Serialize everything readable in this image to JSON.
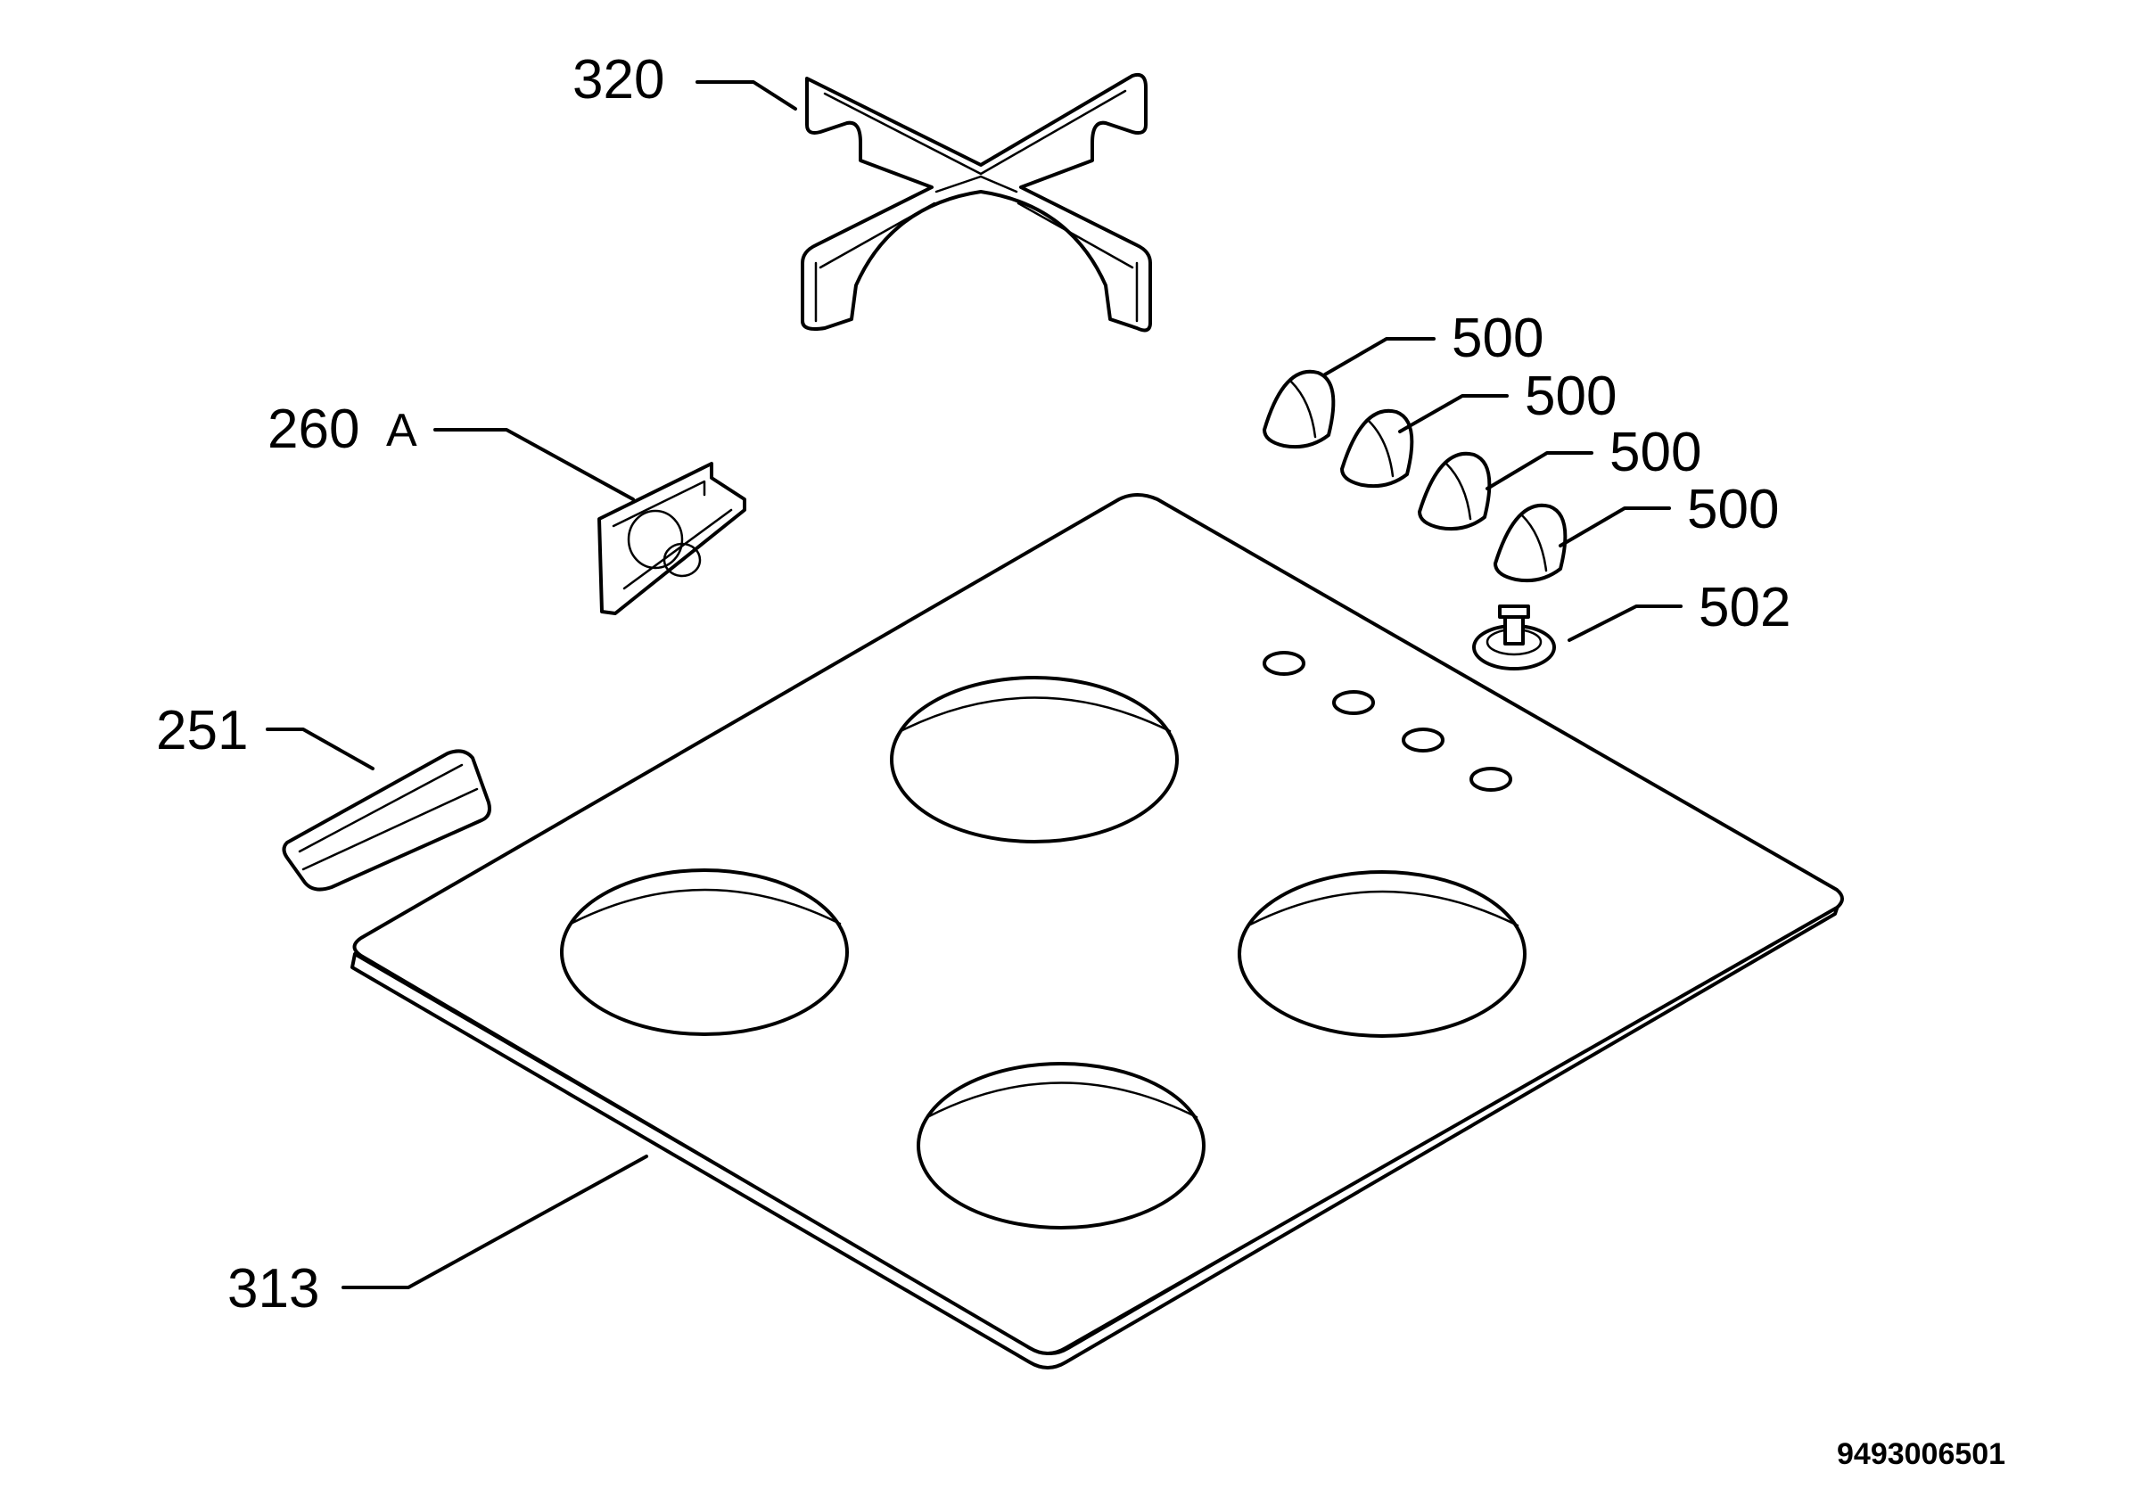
{
  "callouts": {
    "grate": "320",
    "bracket_number": "260",
    "bracket_suffix": "A",
    "clip": "251",
    "hob": "313",
    "knob_1": "500",
    "knob_2": "500",
    "knob_3": "500",
    "knob_4": "500",
    "spindle": "502"
  },
  "document_number": "9493006501"
}
